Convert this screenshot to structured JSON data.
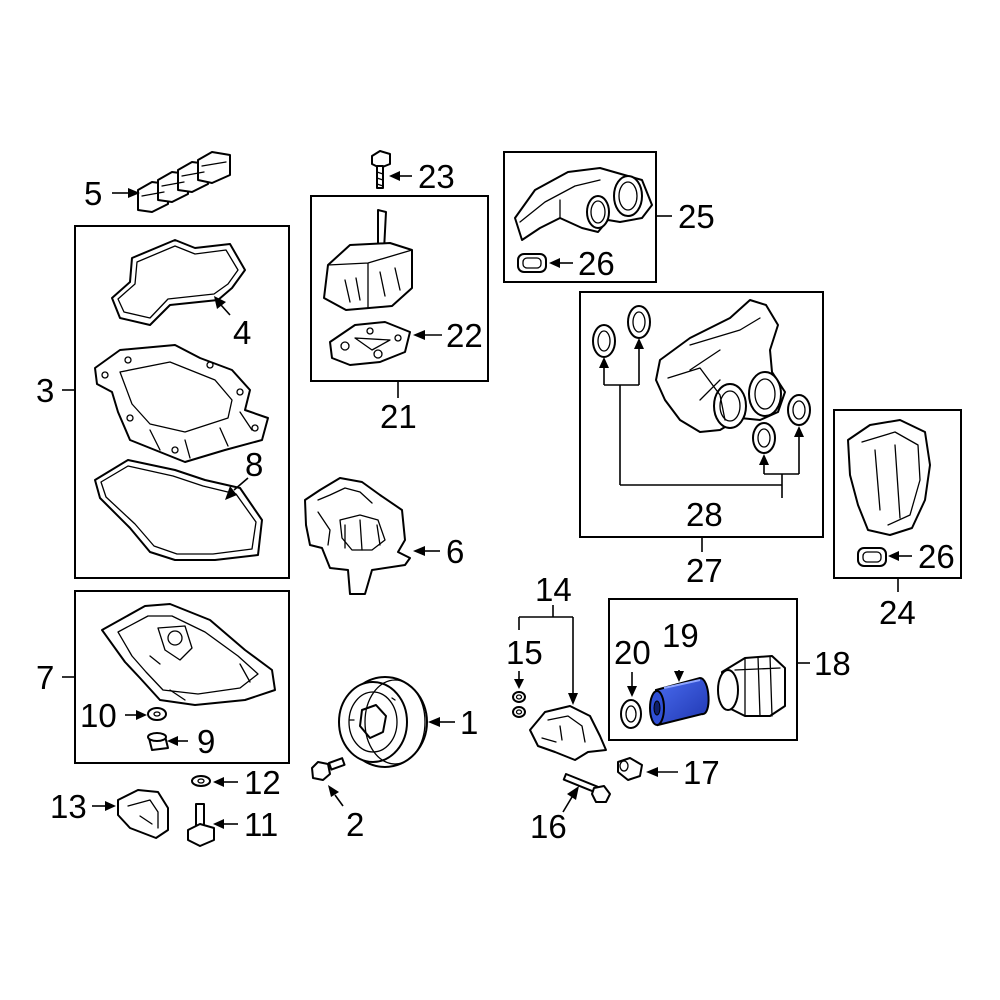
{
  "diagram": {
    "callouts": {
      "c1": "1",
      "c2": "2",
      "c3": "3",
      "c4": "4",
      "c5": "5",
      "c6": "6",
      "c7": "7",
      "c8": "8",
      "c9": "9",
      "c10": "10",
      "c11": "11",
      "c12": "12",
      "c13": "13",
      "c14": "14",
      "c15": "15",
      "c16": "16",
      "c17": "17",
      "c18": "18",
      "c19": "19",
      "c20": "20",
      "c21": "21",
      "c22": "22",
      "c23": "23",
      "c24": "24",
      "c25": "25",
      "c26a": "26",
      "c26b": "26",
      "c27": "27",
      "c28": "28"
    },
    "highlight_part": "19",
    "colors": {
      "highlight": "#2f4fd6",
      "line": "#000000",
      "background": "#ffffff"
    }
  }
}
